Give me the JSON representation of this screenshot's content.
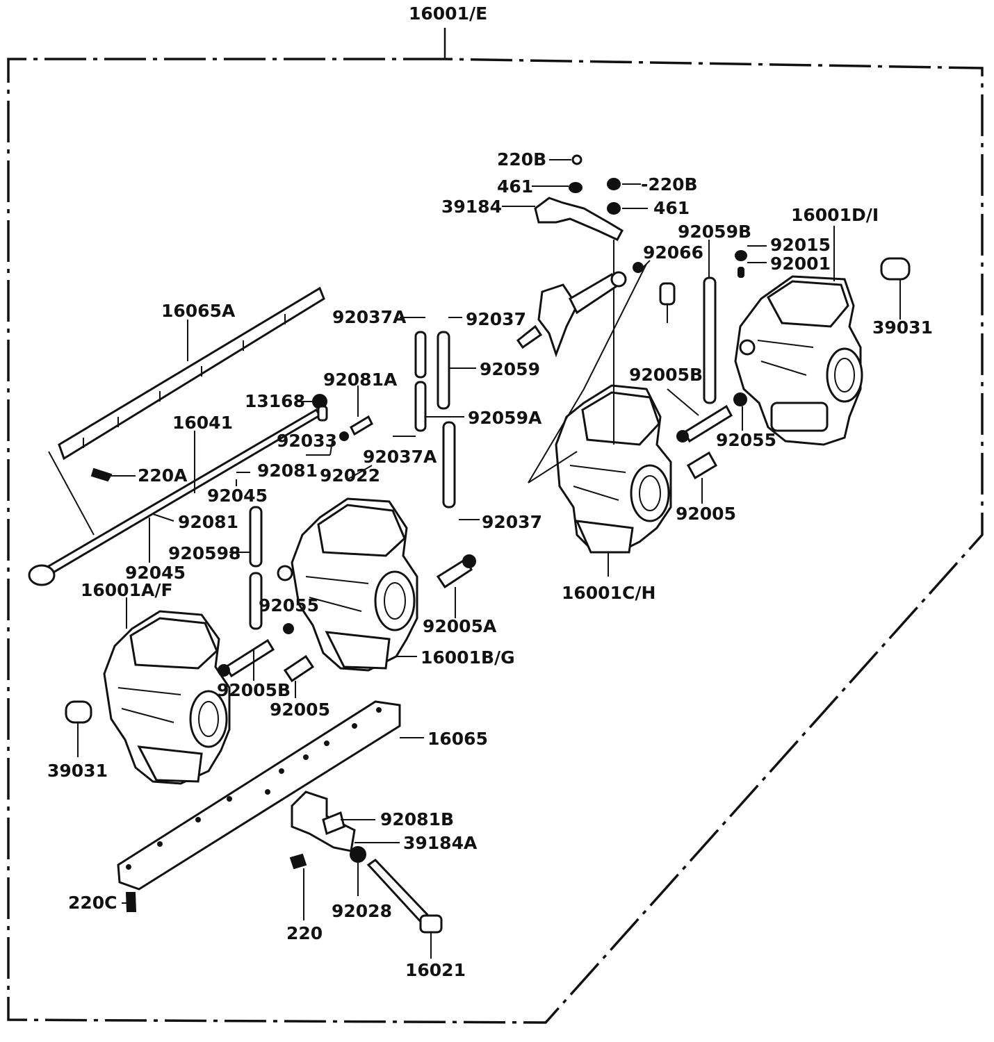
{
  "title": "16001/E",
  "labels": {
    "l_220B_a": "220B",
    "l_461_a": "461",
    "l_39184": "39184",
    "l_220B_b": "-220B",
    "l_461_b": "461",
    "l_92059B_r": "92059B",
    "l_16001DI": "16001D/I",
    "l_92066": "92066",
    "l_92015": "92015",
    "l_92001": "92001",
    "l_39031_r": "39031",
    "l_16065A": "16065A",
    "l_92037A_top": "92037A",
    "l_92037_top": "92037",
    "l_92059": "92059",
    "l_92005B_r": "92005B",
    "l_92081A": "92081A",
    "l_13168": "13168",
    "l_92059A": "92059A",
    "l_16041": "16041",
    "l_92033": "92033",
    "l_92037A_mid": "92037A",
    "l_92055_r": "92055",
    "l_220A": "220A",
    "l_92081_a": "92081",
    "l_92022": "92022",
    "l_92045_a": "92045",
    "l_92081_b": "92081",
    "l_92037_bot": "92037",
    "l_92005_r": "92005",
    "l_920598": "920598",
    "l_92045_b": "92045",
    "l_16001AF": "16001A/F",
    "l_16001CH": "16001C/H",
    "l_92055_l": "92055",
    "l_92005A": "92005A",
    "l_16001BG": "16001B/G",
    "l_92005B_l": "92005B",
    "l_92005_l": "92005",
    "l_16065": "16065",
    "l_39031_l": "39031",
    "l_92081B": "92081B",
    "l_39184A": "39184A",
    "l_220C": "220C",
    "l_92028": "92028",
    "l_220": "220",
    "l_16021": "16021"
  }
}
